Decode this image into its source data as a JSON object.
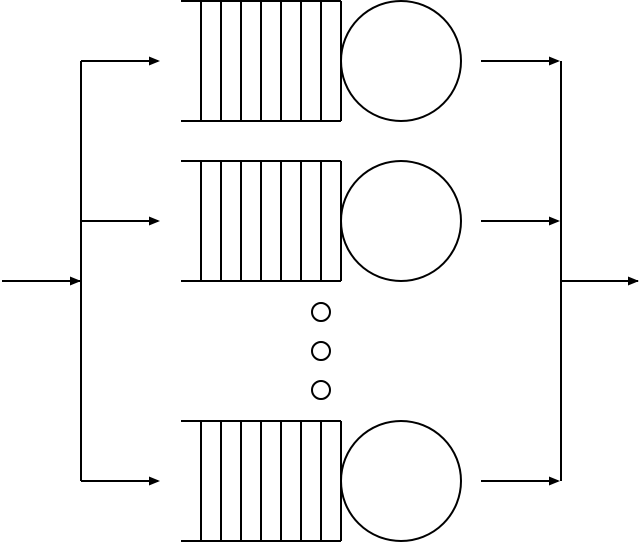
{
  "diagram": {
    "type": "parallel-queueing-system",
    "stroke_color": "#000000",
    "background_color": "#ffffff",
    "visible_queue_count": 3,
    "slots_per_queue": 7,
    "ellipsis_dot_count": 3,
    "has_input_arrow": true,
    "has_output_arrow": true
  }
}
